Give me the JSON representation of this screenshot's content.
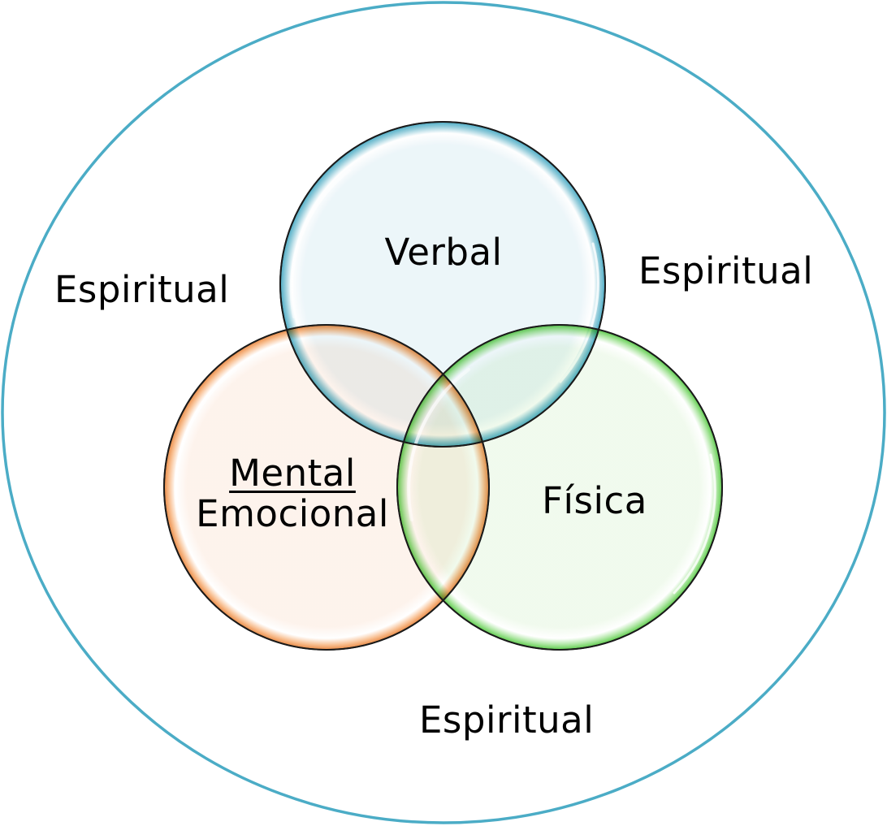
{
  "diagram": {
    "type": "venn",
    "outer": {
      "label": "Espiritual",
      "label_repeats": [
        "Espiritual",
        "Espiritual",
        "Espiritual"
      ],
      "stroke_color": "#4BACC6"
    },
    "sets": [
      {
        "id": "verbal",
        "label": "Verbal",
        "fill_color": "#EBF5F9",
        "edge_color": "#4BACC6"
      },
      {
        "id": "mental",
        "label_line1": "Mental",
        "label_line1_underlined": true,
        "label_line2": "Emocional",
        "fill_color": "#FDF1E9",
        "edge_color": "#F79646"
      },
      {
        "id": "fisica",
        "label": "Física",
        "fill_color": "#EDF9E9",
        "edge_color": "#5CCB4B"
      }
    ]
  }
}
